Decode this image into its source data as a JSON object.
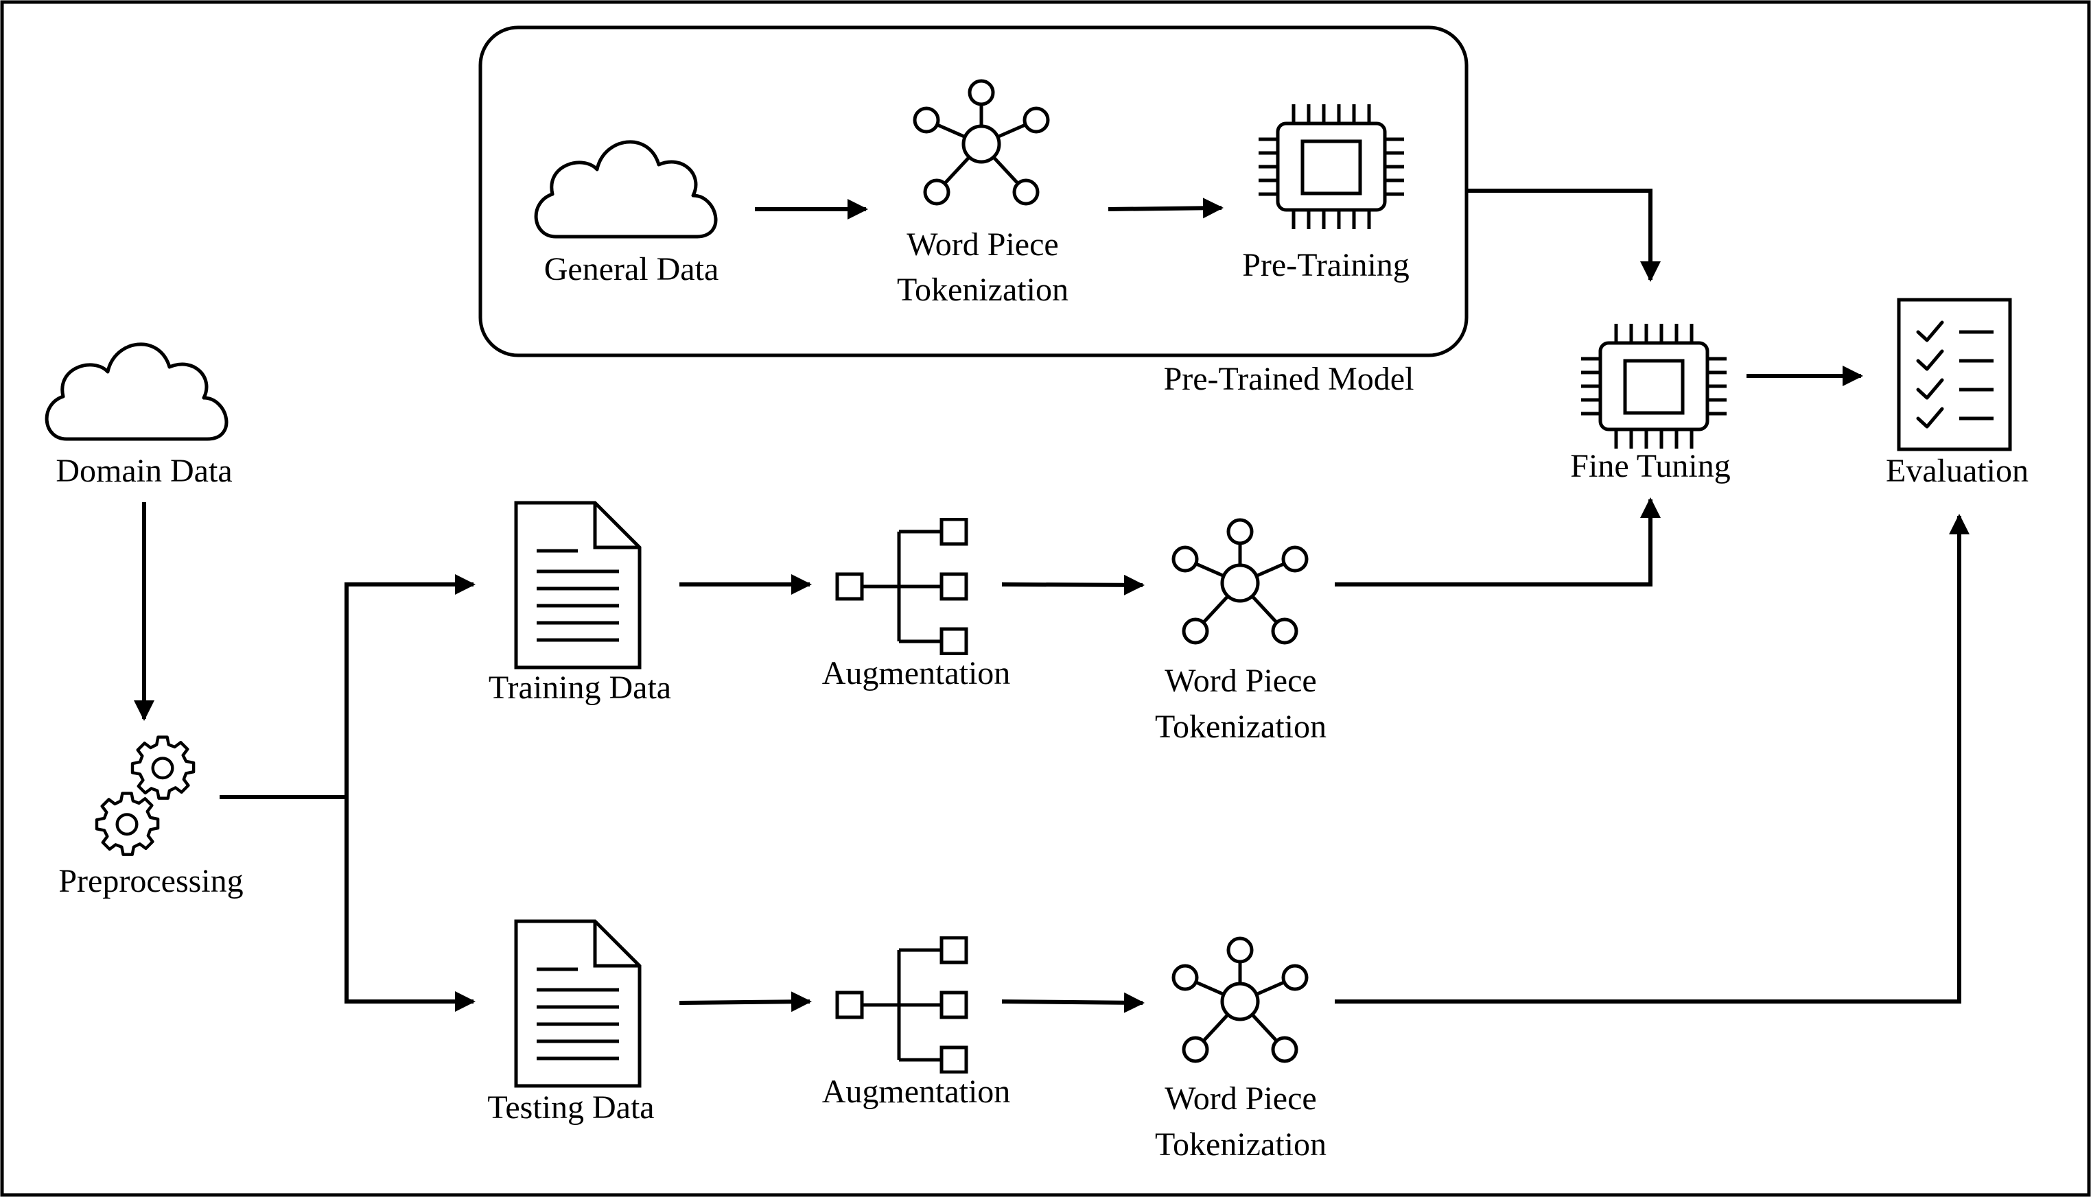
{
  "labels": {
    "general_data": "General Data",
    "word_piece_top_1": "Word Piece",
    "word_piece_top_2": "Tokenization",
    "pre_training": "Pre-Training",
    "pre_trained_model": "Pre-Trained Model",
    "fine_tuning": "Fine Tuning",
    "evaluation": "Evaluation",
    "domain_data": "Domain Data",
    "preprocessing": "Preprocessing",
    "training_data": "Training Data",
    "augmentation_train": "Augmentation",
    "word_piece_train_1": "Word Piece",
    "word_piece_train_2": "Tokenization",
    "testing_data": "Testing Data",
    "augmentation_test": "Augmentation",
    "word_piece_test_1": "Word Piece",
    "word_piece_test_2": "Tokenization"
  },
  "icons": [
    "cloud-icon",
    "network-node-icon",
    "chip-icon",
    "checklist-icon",
    "gears-icon",
    "document-icon",
    "tree-branch-icon"
  ]
}
